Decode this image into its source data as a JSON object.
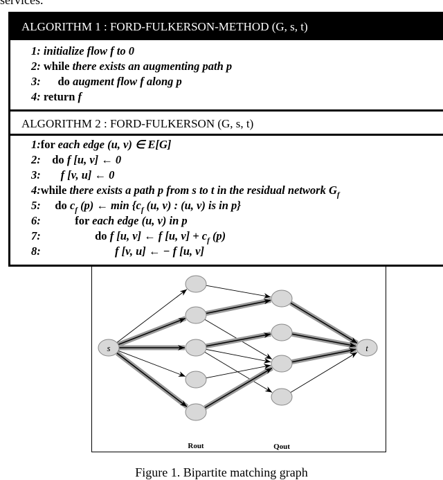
{
  "intro_text": "services.",
  "algorithm1": {
    "title": "ALGORITHM 1 : FORD-FULKERSON-METHOD (G, s, t)",
    "lines": [
      [
        {
          "t": "1: initialize flow f to 0",
          "i": true
        }
      ],
      [
        {
          "t": "2: ",
          "i": true
        },
        {
          "t": "while ",
          "i": false
        },
        {
          "t": "there exists an augmenting path p",
          "i": true
        }
      ],
      [
        {
          "t": "3:      ",
          "i": true
        },
        {
          "t": "do ",
          "i": false
        },
        {
          "t": "augment flow f along p",
          "i": true
        }
      ],
      [
        {
          "t": "4: ",
          "i": true
        },
        {
          "t": "return ",
          "i": false
        },
        {
          "t": "f",
          "i": true
        }
      ]
    ]
  },
  "algorithm2": {
    "title": "ALGORITHM 2 : FORD-FULKERSON (G, s, t)",
    "lines": [
      [
        {
          "t": "1:",
          "i": true
        },
        {
          "t": "for ",
          "i": false
        },
        {
          "t": "each edge (u, v) ∈ E[G]",
          "i": true
        }
      ],
      [
        {
          "t": "2:    ",
          "i": true
        },
        {
          "t": "do ",
          "i": false
        },
        {
          "t": "f [u, v] ← 0",
          "i": true
        }
      ],
      [
        {
          "t": "3:       f [v, u] ← 0",
          "i": true
        }
      ],
      [
        {
          "t": "4:",
          "i": true
        },
        {
          "t": "while ",
          "i": false
        },
        {
          "t": "there exists a path p from s to t in the residual network G",
          "i": true
        },
        {
          "t": "f",
          "i": true,
          "sub": true
        }
      ],
      [
        {
          "t": "5:     ",
          "i": true
        },
        {
          "t": "do ",
          "i": false
        },
        {
          "t": "c",
          "i": true
        },
        {
          "t": "f",
          "i": true,
          "sub": true
        },
        {
          "t": " (p) ← min {c",
          "i": true
        },
        {
          "t": "f",
          "i": true,
          "sub": true
        },
        {
          "t": " (u, v) : (u, v) is in p}",
          "i": true
        }
      ],
      [
        {
          "t": "6:            ",
          "i": true
        },
        {
          "t": "for ",
          "i": false
        },
        {
          "t": "each edge (u, v) in p",
          "i": true
        }
      ],
      [
        {
          "t": "7:                   ",
          "i": true
        },
        {
          "t": "do ",
          "i": false
        },
        {
          "t": "f [u, v] ← f [u, v] + c",
          "i": true
        },
        {
          "t": "f",
          "i": true,
          "sub": true
        },
        {
          "t": " (p)",
          "i": true
        }
      ],
      [
        {
          "t": "8:                          f [v, u] ← − f [u, v]",
          "i": true
        }
      ]
    ]
  },
  "graph": {
    "source_label": "s",
    "sink_label": "t",
    "left_label": "Rout",
    "right_label": "Qout",
    "node_fill": "#d8d8d8",
    "highlight_color": "#999999",
    "edges": [
      {
        "from": "s",
        "to": "R1",
        "matched": false
      },
      {
        "from": "s",
        "to": "R2",
        "matched": true
      },
      {
        "from": "s",
        "to": "R3",
        "matched": true
      },
      {
        "from": "s",
        "to": "R4",
        "matched": false
      },
      {
        "from": "s",
        "to": "R5",
        "matched": true
      },
      {
        "from": "R1",
        "to": "Q1",
        "matched": false
      },
      {
        "from": "R2",
        "to": "Q1",
        "matched": true
      },
      {
        "from": "R2",
        "to": "Q3",
        "matched": false
      },
      {
        "from": "R3",
        "to": "Q2",
        "matched": true
      },
      {
        "from": "R3",
        "to": "Q3",
        "matched": false
      },
      {
        "from": "R3",
        "to": "Q4",
        "matched": false
      },
      {
        "from": "R4",
        "to": "Q3",
        "matched": false
      },
      {
        "from": "R5",
        "to": "Q3",
        "matched": true
      },
      {
        "from": "Q1",
        "to": "t",
        "matched": true
      },
      {
        "from": "Q2",
        "to": "t",
        "matched": true
      },
      {
        "from": "Q3",
        "to": "t",
        "matched": true
      },
      {
        "from": "Q4",
        "to": "t",
        "matched": false
      }
    ]
  },
  "caption": "Figure 1.    Bipartite matching graph"
}
